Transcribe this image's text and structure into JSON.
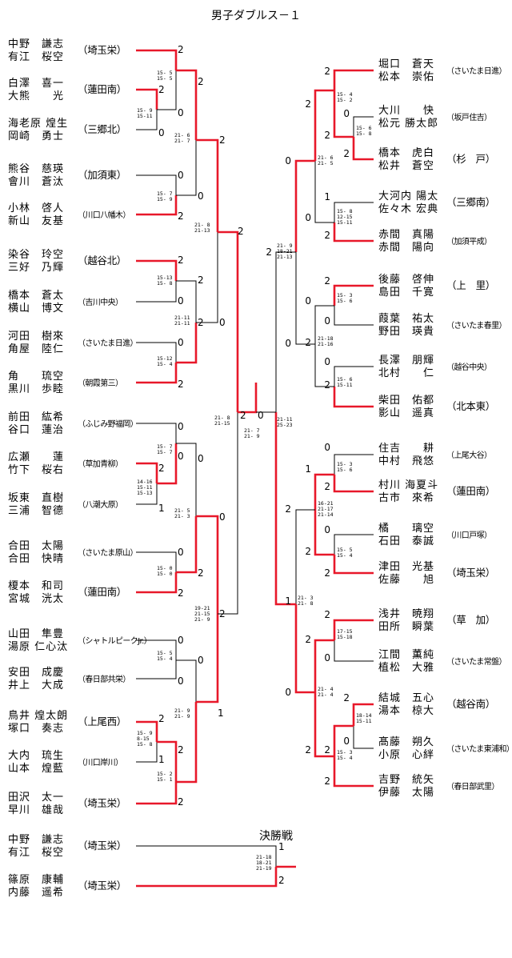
{
  "title": "男子ダブルス－１",
  "final_heading": "決勝戦",
  "left_entries": [
    {
      "p1": "中野　謙志",
      "p2": "有江　桜空",
      "school": "（埼玉栄）"
    },
    {
      "p1": "白澤　喜一",
      "p2": "大熊　　光",
      "school": "（蓮田南）"
    },
    {
      "p1": "海老原 煌生",
      "p2": "岡崎　勇士",
      "school": "（三郷北）"
    },
    {
      "p1": "熊谷　慈瑛",
      "p2": "會川　蒼汰",
      "school": "（加須東）"
    },
    {
      "p1": "小林　啓人",
      "p2": "新山　友基",
      "school": "（川口八幡木）"
    },
    {
      "p1": "染谷　玲空",
      "p2": "三好　乃輝",
      "school": "（越谷北）"
    },
    {
      "p1": "橋本　蒼太",
      "p2": "横山　博文",
      "school": "（吉川中央）"
    },
    {
      "p1": "河田　樹來",
      "p2": "角屋　陸仁",
      "school": "（さいたま日進）"
    },
    {
      "p1": "角　　琉空",
      "p2": "黒川　歩睦",
      "school": "（朝霞第三）"
    },
    {
      "p1": "前田　紘希",
      "p2": "谷口　蓮治",
      "school": "（ふじみ野福岡）"
    },
    {
      "p1": "広瀬　　蓮",
      "p2": "竹下　桜右",
      "school": "（草加青柳）"
    },
    {
      "p1": "坂東　直樹",
      "p2": "三浦　智德",
      "school": "（八潮大原）"
    },
    {
      "p1": "合田　太陽",
      "p2": "合田　快晴",
      "school": "（さいたま原山）"
    },
    {
      "p1": "榎本　和司",
      "p2": "宮城　洸太",
      "school": "（蓮田南）"
    },
    {
      "p1": "山田　隼豊",
      "p2": "湯原 仁心汰",
      "school": "（シャトルピークJr.）"
    },
    {
      "p1": "安田　成慶",
      "p2": "井上　大成",
      "school": "（春日部共栄）"
    },
    {
      "p1": "鳥井 煌太朗",
      "p2": "塚口　奏志",
      "school": "（上尾西）"
    },
    {
      "p1": "大内　琉生",
      "p2": "山本　煌藍",
      "school": "（川口岸川）"
    },
    {
      "p1": "田沢　太一",
      "p2": "早川　雄哉",
      "school": "（埼玉栄）"
    }
  ],
  "right_entries": [
    {
      "p1": "堀口　蒼天",
      "p2": "松本　崇佑",
      "school": "（さいたま日進）"
    },
    {
      "p1": "大川　　快",
      "p2": "松元 勝太郎",
      "school": "（坂戸住吉）"
    },
    {
      "p1": "橋本　虎白",
      "p2": "松井　蒼空",
      "school": "（杉　戸）"
    },
    {
      "p1": "大河内 陽太",
      "p2": "佐々木 宏典",
      "school": "（三郷南）"
    },
    {
      "p1": "赤間　真陽",
      "p2": "赤間　陽向",
      "school": "（加須平成）"
    },
    {
      "p1": "後藤　啓伸",
      "p2": "島田　千寛",
      "school": "（上　里）"
    },
    {
      "p1": "葭葉　祐太",
      "p2": "野田　瑛貴",
      "school": "（さいたま春里）"
    },
    {
      "p1": "長澤　朋輝",
      "p2": "北村　　仁",
      "school": "（越谷中央）"
    },
    {
      "p1": "柴田　佑都",
      "p2": "影山　遥真",
      "school": "（北本東）"
    },
    {
      "p1": "住吉　　耕",
      "p2": "中村　飛悠",
      "school": "（上尾大谷）"
    },
    {
      "p1": "村川 海夏斗",
      "p2": "古市　來希",
      "school": "（蓮田南）"
    },
    {
      "p1": "橘　　璃空",
      "p2": "石田　泰誠",
      "school": "（川口戸塚）"
    },
    {
      "p1": "津田　光基",
      "p2": "佐藤　　旭",
      "school": "（埼玉栄）"
    },
    {
      "p1": "浅井　暁翔",
      "p2": "田所　瞬葉",
      "school": "（草　加）"
    },
    {
      "p1": "江間　薫純",
      "p2": "植松　大雅",
      "school": "（さいたま常盤）"
    },
    {
      "p1": "結城　五心",
      "p2": "湯本　椋大",
      "school": "（越谷南）"
    },
    {
      "p1": "髙藤　朔久",
      "p2": "小原　心絆",
      "school": "（さいたま東浦和）"
    },
    {
      "p1": "吉野　統矢",
      "p2": "伊藤　太陽",
      "school": "（春日部武里）"
    }
  ],
  "final_entries": [
    {
      "p1": "中野　謙志",
      "p2": "有江　桜空",
      "school": "（埼玉栄）"
    },
    {
      "p1": "篠原　康輔",
      "p2": "内藤　遥希",
      "school": "（埼玉栄）"
    }
  ],
  "round_scores": {
    "L0": "2",
    "L1": "2",
    "L1b": "0",
    "L2": "0",
    "L3": "0",
    "L4": "2",
    "L5": "2",
    "L6": "0",
    "L7": "0",
    "L8": "2",
    "L9": "0",
    "L10": "2",
    "L10b": "0",
    "L11": "1",
    "L12": "0",
    "L13": "2",
    "L14": "0",
    "L15": "0",
    "L16": "2",
    "L16b": "2",
    "L17": "1",
    "L18": "2",
    "LA": "2",
    "LB": "0",
    "LC": "2",
    "LD": "2",
    "LE": "0",
    "LF": "2",
    "LG": "0",
    "LH": "1",
    "LI": "2",
    "LJ": "0",
    "LK": "2",
    "LM": "0",
    "LN": "2",
    "LO": "0",
    "LP": "2",
    "R0": "2",
    "R1": "0",
    "R2": "2",
    "R3": "1",
    "R4": "2",
    "R5": "2",
    "R6": "0",
    "R7": "0",
    "R8": "2",
    "R9": "0",
    "R10": "2",
    "R11": "0",
    "R12": "2",
    "R13": "2",
    "R14": "0",
    "R15": "2",
    "R16": "0",
    "R17": "2",
    "RA": "2",
    "RB": "0",
    "RC": "0",
    "RD": "2",
    "RE": "1",
    "RF": "2",
    "RG": "2",
    "RH": "2",
    "RI": "2",
    "RJ": "0",
    "RK": "0",
    "RL": "2",
    "RM": "2",
    "RN": "0",
    "RO": "2",
    "RP": "1",
    "SF_L": "2",
    "SF_R": "0",
    "F0": "1",
    "F1": "2"
  },
  "game_scores": {
    "g1": [
      "15- 5",
      "15- 5"
    ],
    "g2": [
      "15- 9",
      "15-11"
    ],
    "g3": [
      "21- 6",
      "21- 7"
    ],
    "g4": [
      "15- 7",
      "15- 9"
    ],
    "g5": [
      "21- 8",
      "21-13"
    ],
    "g6": [
      "15-13",
      "15- 8"
    ],
    "g7": [
      "21-11",
      "21-11"
    ],
    "g8": [
      "15-12",
      "15- 4"
    ],
    "g9": [
      "21- 8",
      "21-15"
    ],
    "g10": [
      "15- 7",
      "15- 7"
    ],
    "g11": [
      "14-16",
      "15-11",
      "15-13"
    ],
    "g12": [
      "21- 5",
      "21- 3"
    ],
    "g13": [
      "15- 0",
      "15- 0"
    ],
    "g14": [
      "19-21",
      "21-15",
      "21- 9"
    ],
    "g15": [
      "15- 5",
      "15- 4"
    ],
    "g16": [
      "15- 9",
      "8-15",
      "15- 8"
    ],
    "g17": [
      "21- 9",
      "21- 9"
    ],
    "g18": [
      "15- 2",
      "15- 1"
    ],
    "h1": [
      "15- 4",
      "15- 2"
    ],
    "h2": [
      "15- 6",
      "15- 8"
    ],
    "h3": [
      "21- 6",
      "21- 5"
    ],
    "h4": [
      "15- 8",
      "12-15",
      "15-11"
    ],
    "h5": [
      "21- 9",
      "18-21",
      "21-13"
    ],
    "h6": [
      "15- 3",
      "15- 6"
    ],
    "h7": [
      "21-18",
      "21-16"
    ],
    "h8": [
      "15- 6",
      "15-11"
    ],
    "h9": [
      "21-11",
      "25-23"
    ],
    "h10": [
      "15- 3",
      "15- 6"
    ],
    "h11": [
      "16-21",
      "21-17",
      "21-14"
    ],
    "h12": [
      "15- 5",
      "15- 4"
    ],
    "h13": [
      "21- 3",
      "21- 8"
    ],
    "h14": [
      "17-15",
      "15-18"
    ],
    "h15": [
      "21- 4",
      "21- 4"
    ],
    "h16": [
      "18-14",
      "15-11"
    ],
    "h17": [
      "15- 3",
      "15- 4"
    ],
    "sf": [
      "21- 7",
      "21- 9"
    ],
    "fin": [
      "21-18",
      "18-21",
      "21-19"
    ]
  }
}
